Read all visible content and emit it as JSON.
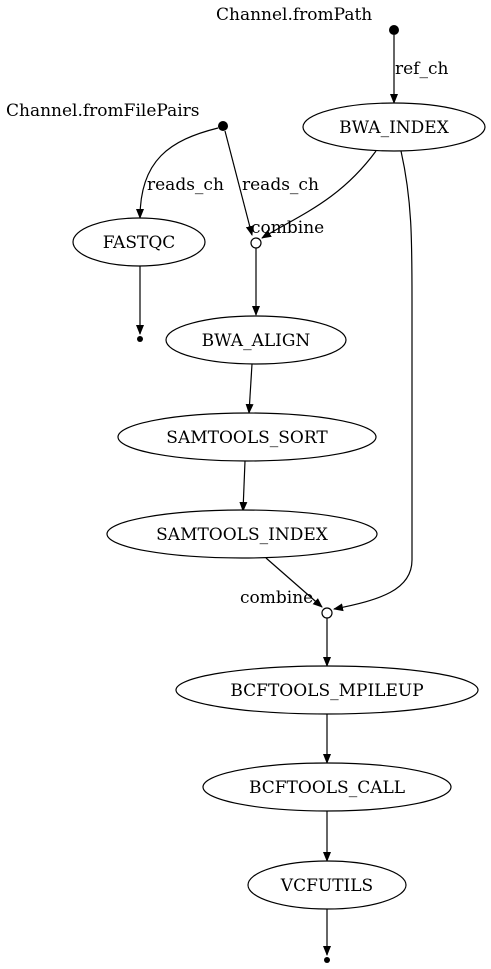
{
  "sources": {
    "from_path": "Channel.fromPath",
    "from_file_pairs": "Channel.fromFilePairs"
  },
  "edge_labels": {
    "ref_ch": "ref_ch",
    "reads_ch_left": "reads_ch",
    "reads_ch_right": "reads_ch",
    "combine_1": "combine",
    "combine_2": "combine"
  },
  "processes": {
    "bwa_index": "BWA_INDEX",
    "fastqc": "FASTQC",
    "bwa_align": "BWA_ALIGN",
    "samtools_sort": "SAMTOOLS_SORT",
    "samtools_index": "SAMTOOLS_INDEX",
    "bcftools_mpileup": "BCFTOOLS_MPILEUP",
    "bcftools_call": "BCFTOOLS_CALL",
    "vcfutils": "VCFUTILS"
  }
}
